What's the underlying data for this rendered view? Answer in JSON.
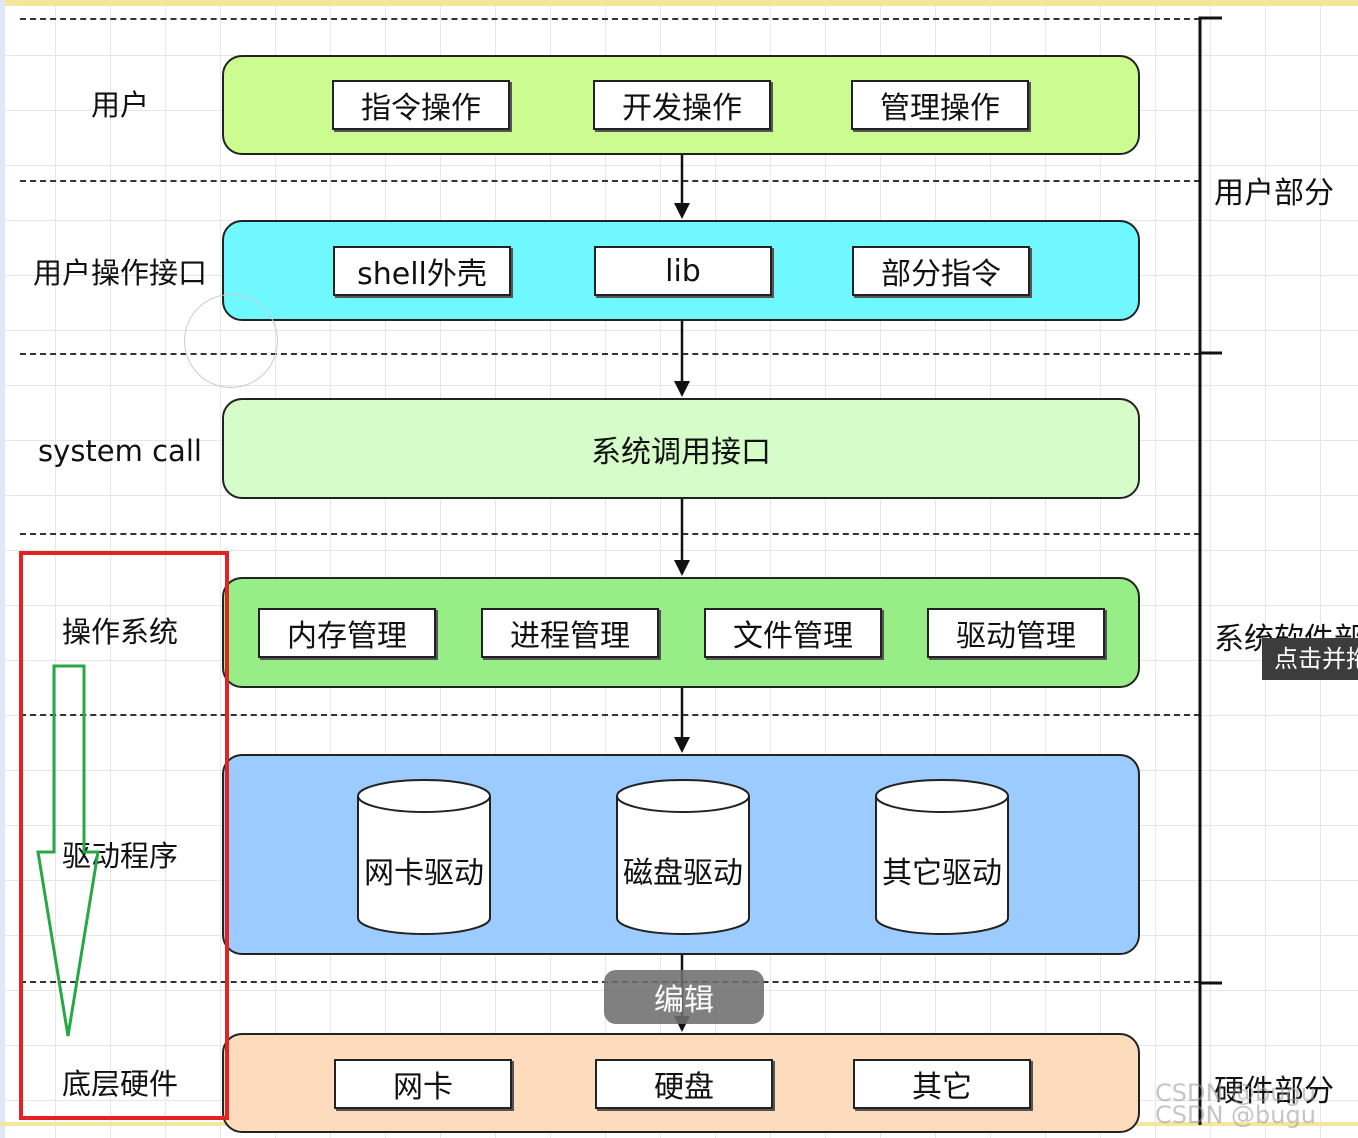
{
  "layers": {
    "user": "用户",
    "user_interface": "用户操作接口",
    "system_call": "system call",
    "os": "操作系统",
    "driver": "驱动程序",
    "hardware": "底层硬件"
  },
  "user_band": {
    "items": [
      "指令操作",
      "开发操作",
      "管理操作"
    ]
  },
  "user_interface_band": {
    "items": [
      "shell外壳",
      "lib",
      "部分指令"
    ]
  },
  "system_call_band": {
    "text": "系统调用接口"
  },
  "os_band": {
    "items": [
      "内存管理",
      "进程管理",
      "文件管理",
      "驱动管理"
    ]
  },
  "driver_band": {
    "items": [
      "网卡驱动",
      "磁盘驱动",
      "其它驱动"
    ]
  },
  "hardware_band": {
    "items": [
      "网卡",
      "硬盘",
      "其它"
    ]
  },
  "side_labels": {
    "user_part": "用户部分",
    "system_software": "系统软件部分",
    "hardware_part": "硬件部分"
  },
  "overlay": {
    "tooltip": "点击并拖",
    "edit_button": "编辑",
    "watermark_1": "CSDN @bugu",
    "watermark_2": "CSDN @bugu"
  },
  "colors": {
    "user_band": "#ccfc8f",
    "user_interface_band": "#6ff8ff",
    "system_call_band": "#d6fdc9",
    "os_band": "#97ee86",
    "driver_band": "#9ccbff",
    "hardware_band": "#fddbbd",
    "highlight_rect": "#e02424",
    "down_arrow": "#28a745"
  }
}
